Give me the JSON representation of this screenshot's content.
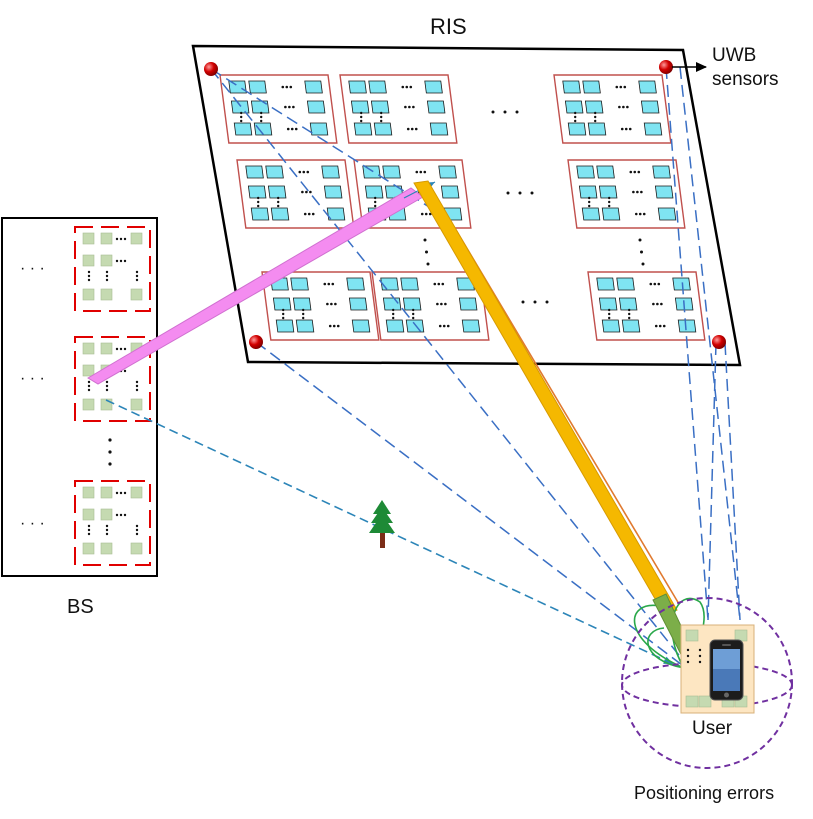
{
  "labels": {
    "ris": "RIS",
    "uwb_line1": "UWB",
    "uwb_line2": "sensors",
    "bs": "BS",
    "user": "User",
    "positioning_errors": "Positioning errors",
    "ellipsis": "· · ·"
  },
  "colors": {
    "bs_beam": "#f48cf0",
    "ris_beam": "#f5b800",
    "user_beam": "#7cae49",
    "sensor": "#cc0000",
    "ris_element": "#7fe4f2",
    "ris_tile_border": "#c0504d",
    "bs_element": "#c5dab1",
    "bs_subarray_border": "#e00000",
    "direct_link": "#2c85b8",
    "sensor_link": "#3a6fc4",
    "error_sphere": "#7030a0"
  },
  "icons": {
    "obstacle": "tree-icon",
    "user_device": "smartphone-icon",
    "sensor": "sensor-dot-icon"
  }
}
